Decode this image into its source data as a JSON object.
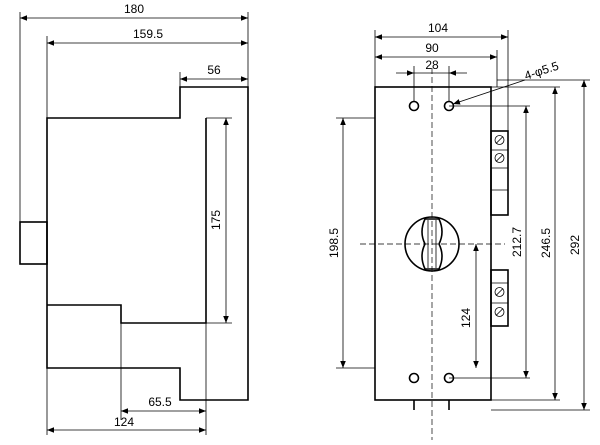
{
  "side_view": {
    "dims": {
      "overall_width": "180",
      "body_width": "159.5",
      "top_block_width": "56",
      "height_175": "175",
      "bottom_offset": "65.5",
      "bottom_width": "124"
    }
  },
  "front_view": {
    "dims": {
      "width_104": "104",
      "hole_span_90": "90",
      "hole_gap_28": "28",
      "hole_callout": "4-φ5.5",
      "height_198_5": "198.5",
      "height_124": "124",
      "height_212_7": "212.7",
      "height_246_5": "246.5",
      "height_292": "292"
    }
  },
  "colors": {
    "line": "#000000",
    "background": "#ffffff"
  }
}
